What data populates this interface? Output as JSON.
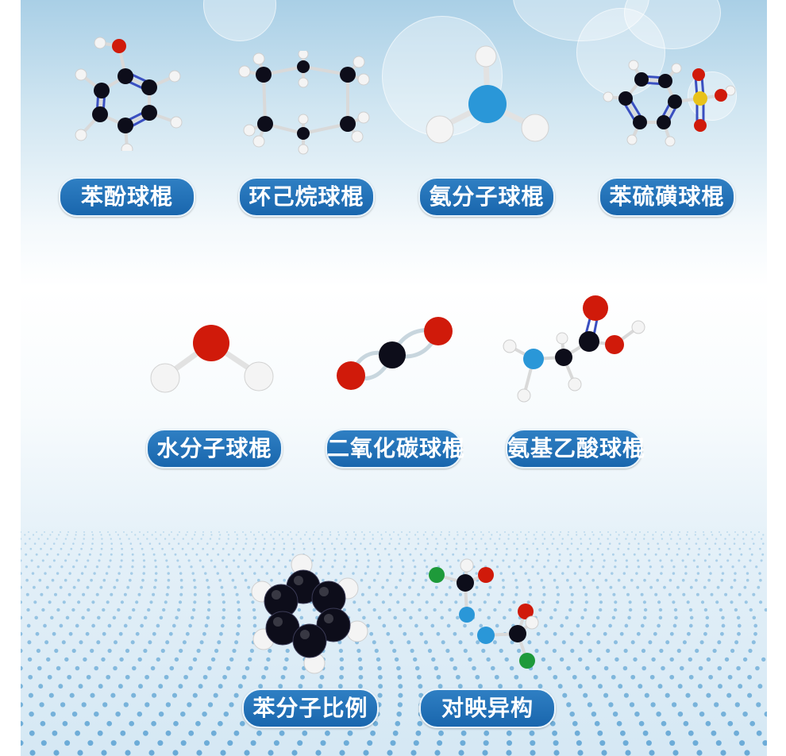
{
  "labels": {
    "phenol": "苯酚球棍",
    "cyclohexane": "环己烷球棍",
    "ammonia": "氨分子球棍",
    "benzenesulfonic_acid": "苯硫磺球棍",
    "water": "水分子球棍",
    "carbon_dioxide": "二氧化碳球棍",
    "glycine": "氨基乙酸球棍",
    "benzene_space_filling": "苯分子比例",
    "enantiomers": "对映异构"
  },
  "atom_colors": {
    "carbon": "#0d0d1a",
    "hydrogen": "#f0f0f0",
    "oxygen": "#d01a0a",
    "nitrogen": "#2a97d8",
    "sulfur": "#e8c21a",
    "chlorine": "#1e9a3a",
    "double_bond": "#3a4fc0",
    "label_bg": "#1f6fb8"
  }
}
